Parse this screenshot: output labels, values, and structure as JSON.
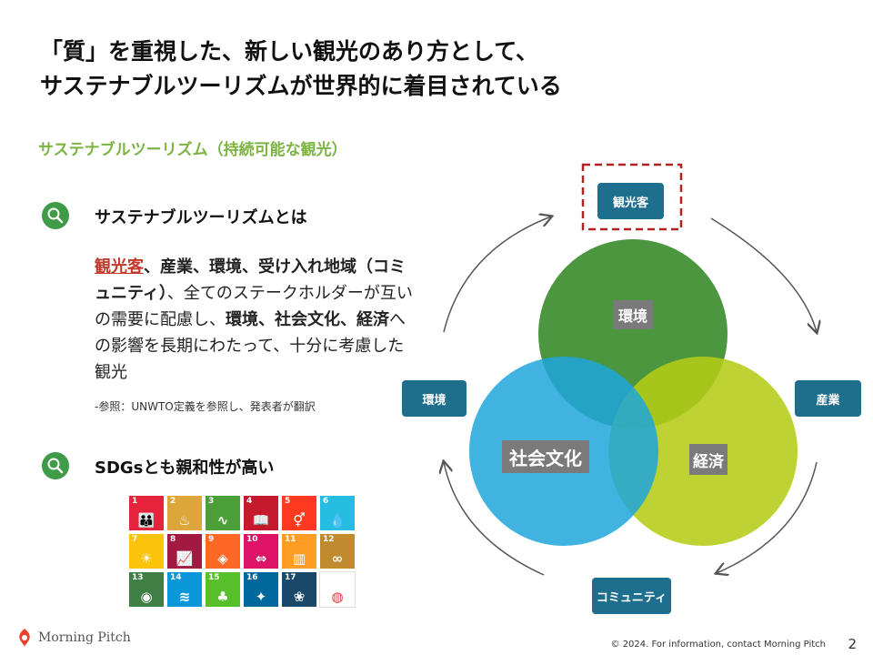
{
  "title": {
    "line1": "「質」を重視した、新しい観光のあり方として、",
    "line2": "サステナブルツーリズムが世界的に着目されている"
  },
  "subtitle": "サステナブルツーリズム（持続可能な観光）",
  "section1": {
    "heading": "サステナブルツーリズムとは",
    "icon": "magnifier-icon",
    "desc": {
      "p1_red": "観光客",
      "p1_bold": "、産業、環境、受け入れ地域（コミュニティ）",
      "p1_rest": "、全てのステークホルダーが互いの需要に配慮し、",
      "p2_bold1": "環境、社会文化、経済",
      "p2_rest": "への影響を長期にわたって、十分に考慮した観光"
    },
    "reference": "-参照：UNWTO定義を参照し、発表者が翻訳"
  },
  "section2": {
    "heading": "SDGsとも親和性が高い",
    "icon": "magnifier-icon"
  },
  "sdgs": [
    {
      "num": "1",
      "color": "#e5243b",
      "glyph": "👪"
    },
    {
      "num": "2",
      "color": "#dda63a",
      "glyph": "♨"
    },
    {
      "num": "3",
      "color": "#4c9f38",
      "glyph": "∿"
    },
    {
      "num": "4",
      "color": "#c5192d",
      "glyph": "📖"
    },
    {
      "num": "5",
      "color": "#ff3a21",
      "glyph": "⚥"
    },
    {
      "num": "6",
      "color": "#26bde2",
      "glyph": "💧"
    },
    {
      "num": "7",
      "color": "#fcc30b",
      "glyph": "☀"
    },
    {
      "num": "8",
      "color": "#a21942",
      "glyph": "📈"
    },
    {
      "num": "9",
      "color": "#fd6925",
      "glyph": "◈"
    },
    {
      "num": "10",
      "color": "#dd1367",
      "glyph": "⇔"
    },
    {
      "num": "11",
      "color": "#fd9d24",
      "glyph": "▥"
    },
    {
      "num": "12",
      "color": "#bf8b2e",
      "glyph": "∞"
    },
    {
      "num": "13",
      "color": "#3f7e44",
      "glyph": "◉"
    },
    {
      "num": "14",
      "color": "#0a97d9",
      "glyph": "≋"
    },
    {
      "num": "15",
      "color": "#56c02b",
      "glyph": "♣"
    },
    {
      "num": "16",
      "color": "#00689d",
      "glyph": "✦"
    },
    {
      "num": "17",
      "color": "#19486a",
      "glyph": "❀"
    },
    {
      "num": "",
      "color": "#ffffff",
      "glyph": "◍"
    }
  ],
  "diagram": {
    "nodes": {
      "top": "観光客",
      "left": "環境",
      "right": "産業",
      "bottom": "コミュニティ"
    },
    "circles": {
      "top": {
        "label": "環境",
        "color": "#3c8d2f"
      },
      "left": {
        "label": "社会文化",
        "color": "#1ea6dc"
      },
      "right": {
        "label": "経済",
        "color": "#b5cc18"
      }
    },
    "highlight_color": "#b22222"
  },
  "logo": {
    "text": "Morning Pitch"
  },
  "footer": "© 2024.  For information,  contact Morning  Pitch",
  "page_number": "2"
}
